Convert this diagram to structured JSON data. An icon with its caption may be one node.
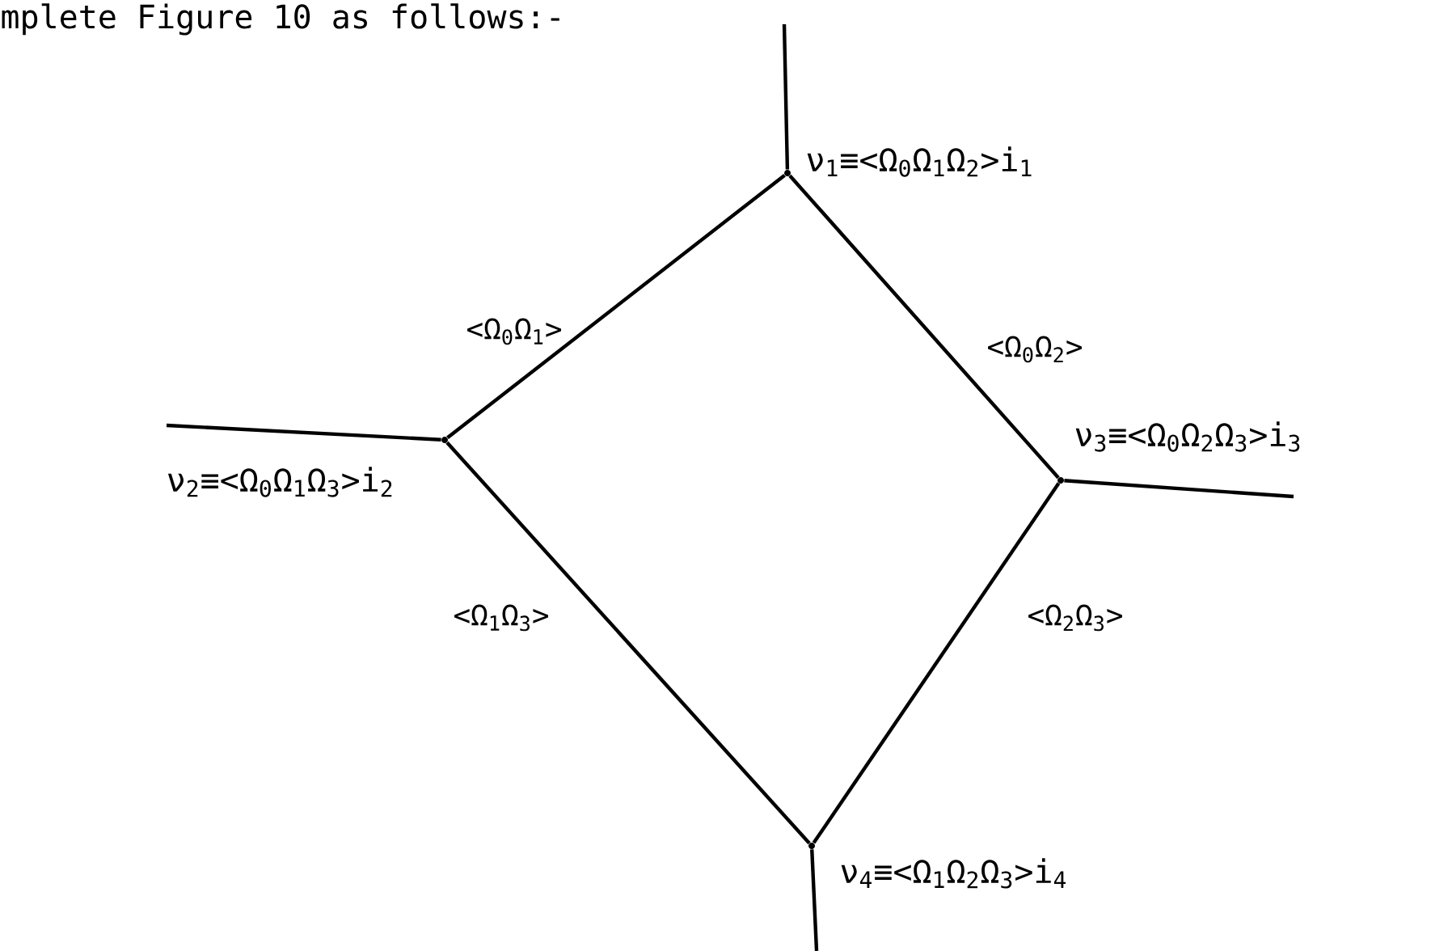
{
  "diagram": {
    "nodes": [
      {
        "text": [],
        "shape": "dot",
        "beside": [
          "ν$_{1}$≡<Ω$_{0}$Ω$_{1}$Ω$_{2}$>i$_{1}$"
        ]
      },
      {
        "text": [],
        "shape": "dot",
        "beside": [
          "ν$_{2}$≡<Ω$_{0}$Ω$_{1}$Ω$_{3}$>i$_{2}$"
        ]
      },
      {
        "text": [],
        "shape": "dot",
        "beside": [
          "ν$_{3}$≡<Ω$_{0}$Ω$_{2}$Ω$_{3}$>i$_{3}$"
        ]
      },
      {
        "text": [],
        "shape": "dot",
        "beside": [
          "ν$_{4}$≡<Ω$_{1}$Ω$_{2}$Ω$_{3}$>i$_{4}$"
        ]
      }
    ],
    "edges": [
      {
        "from": 0,
        "to": null,
        "arrow": "none"
      },
      {
        "from": 0,
        "to": 1,
        "arrow": "none",
        "label": "<Ω$_{0}$Ω$_{1}$>"
      },
      {
        "from": 0,
        "to": 2,
        "arrow": "none",
        "label": "<Ω$_{0}$Ω$_{2}$>"
      },
      {
        "from": 1,
        "to": null,
        "arrow": "none"
      },
      {
        "from": 2,
        "to": null,
        "arrow": "none"
      },
      {
        "from": 1,
        "to": 3,
        "arrow": "none",
        "label": "<Ω$_{1}$Ω$_{3}$>"
      },
      {
        "from": 2,
        "to": 3,
        "arrow": "none",
        "label": "<Ω$_{2}$Ω$_{3}$>"
      },
      {
        "from": 3,
        "to": null,
        "arrow": "none"
      }
    ],
    "labels": [
      "mplete Figure 10 as follows:-"
    ]
  }
}
